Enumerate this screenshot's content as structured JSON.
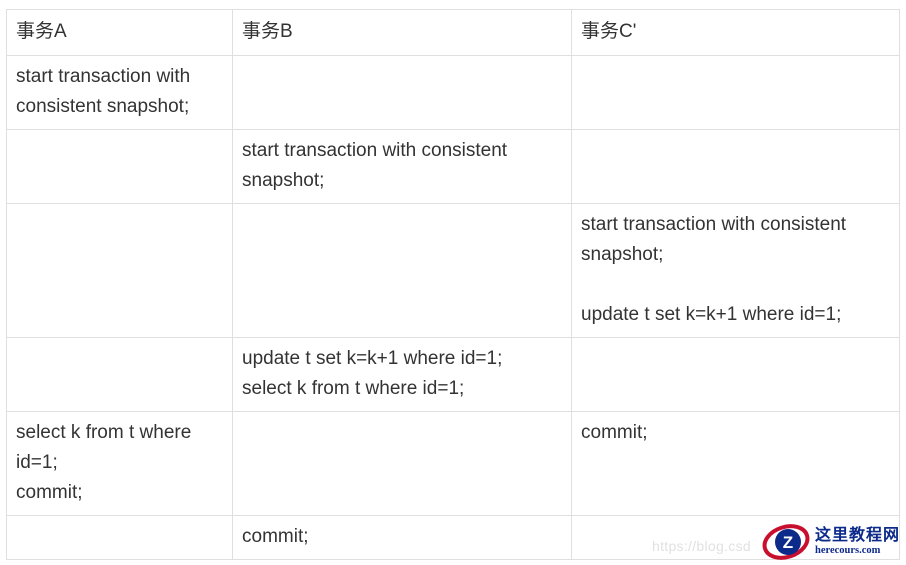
{
  "table": {
    "headers": [
      "事务A",
      "事务B",
      "事务C'"
    ],
    "rows": [
      [
        "start transaction with consistent snapshot;",
        "",
        ""
      ],
      [
        "",
        "start transaction with consistent snapshot;",
        ""
      ],
      [
        "",
        "",
        "start transaction with consistent snapshot;\n\nupdate t set k=k+1 where id=1;"
      ],
      [
        "",
        "update t set k=k+1 where id=1;\nselect k from t where id=1;",
        ""
      ],
      [
        "select k from t where id=1;\ncommit;",
        "",
        "commit;"
      ],
      [
        "",
        "commit;",
        ""
      ]
    ]
  },
  "watermark": {
    "blog_text": "https://blog.csd",
    "brand_name": "这里教程网",
    "brand_url": "herecours.com",
    "logo_letter": "Z",
    "colors": {
      "brand_blue": "#0c2a8a",
      "logo_red": "#c8102e"
    }
  }
}
